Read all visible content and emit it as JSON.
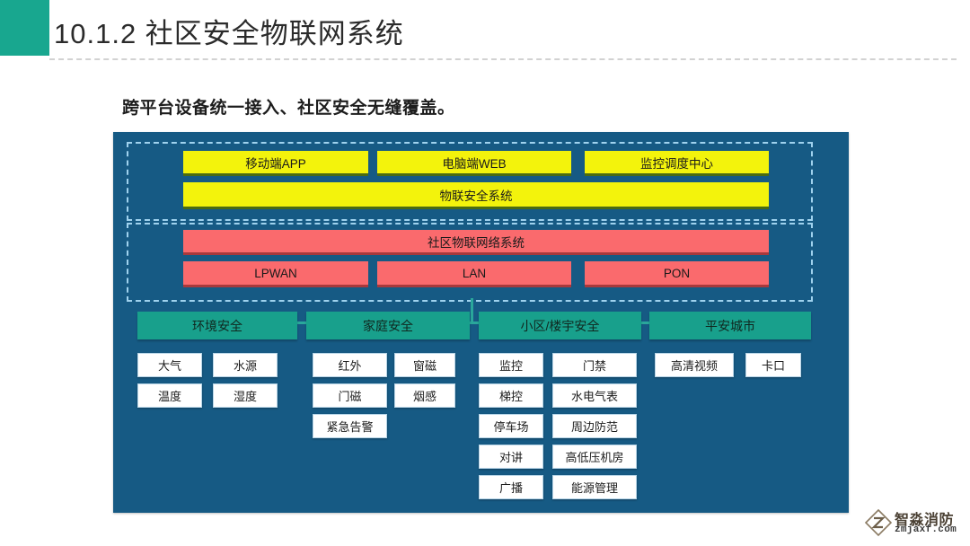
{
  "header": {
    "title": "10.1.2   社区安全物联网系统",
    "accent_color": "#18a78f"
  },
  "subtitle": "跨平台设备统一接入、社区安全无缝覆盖。",
  "panel": {
    "background_color": "#165a84",
    "dashed_border_color": "#9fd2ee"
  },
  "platform_tier": {
    "color": "#f3f30c",
    "apps": [
      {
        "label": "移动端APP"
      },
      {
        "label": "电脑端WEB"
      },
      {
        "label": "监控调度中心"
      }
    ],
    "system": {
      "label": "物联安全系统"
    }
  },
  "network_tier": {
    "color": "#fa6a6d",
    "system": {
      "label": "社区物联网络系统"
    },
    "links": [
      {
        "label": "LPWAN"
      },
      {
        "label": "LAN"
      },
      {
        "label": "PON"
      }
    ]
  },
  "categories": [
    {
      "label": "环境安全",
      "color": "#18a08c",
      "columns": [
        [
          "大气",
          "温度"
        ],
        [
          "水源",
          "湿度"
        ]
      ]
    },
    {
      "label": "家庭安全",
      "color": "#18a08c",
      "columns": [
        [
          "红外",
          "门磁",
          "紧急告警"
        ],
        [
          "窗磁",
          "烟感"
        ]
      ]
    },
    {
      "label": "小区/楼宇安全",
      "color": "#18a08c",
      "columns": [
        [
          "监控",
          "梯控",
          "停车场",
          "对讲",
          "广播"
        ],
        [
          "门禁",
          "水电气表",
          "周边防范",
          "高低压机房",
          "能源管理"
        ]
      ]
    },
    {
      "label": "平安城市",
      "color": "#18a08c",
      "columns": [
        [
          "高清视频"
        ],
        [
          "卡口"
        ]
      ]
    }
  ],
  "logo": {
    "name": "智淼消防",
    "domain": "zmjaxf.com"
  }
}
